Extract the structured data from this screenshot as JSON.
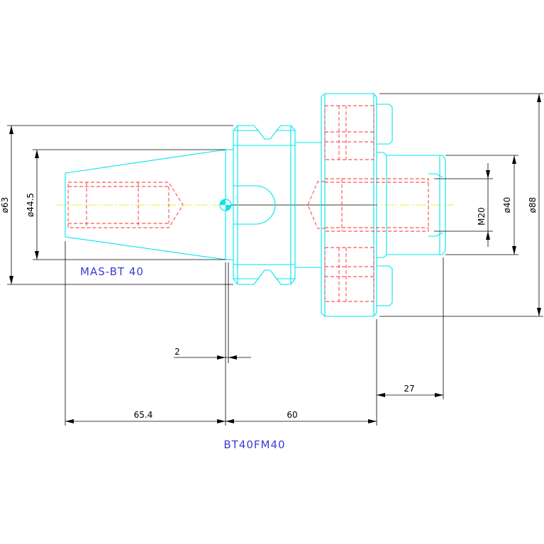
{
  "labels": {
    "taper_standard": "MAS-BT 40",
    "part_number": "BT40FM40"
  },
  "dimensions": {
    "d_flange_dia": "ø63",
    "d_taper_dia": "ø44.5",
    "d_body_dia": "ø88",
    "d_pilot_dia": "ø40",
    "d_thread": "M20",
    "d_flange_width": "2",
    "d_taper_length": "65.4",
    "d_body_length": "60",
    "d_pilot_length": "27"
  },
  "colors": {
    "part_outline": "#00e5ee",
    "hidden_lines": "#ff2a2a",
    "center_line": "#e6e600",
    "dimension_lines": "#000000",
    "label_text": "#3b3bd6"
  }
}
